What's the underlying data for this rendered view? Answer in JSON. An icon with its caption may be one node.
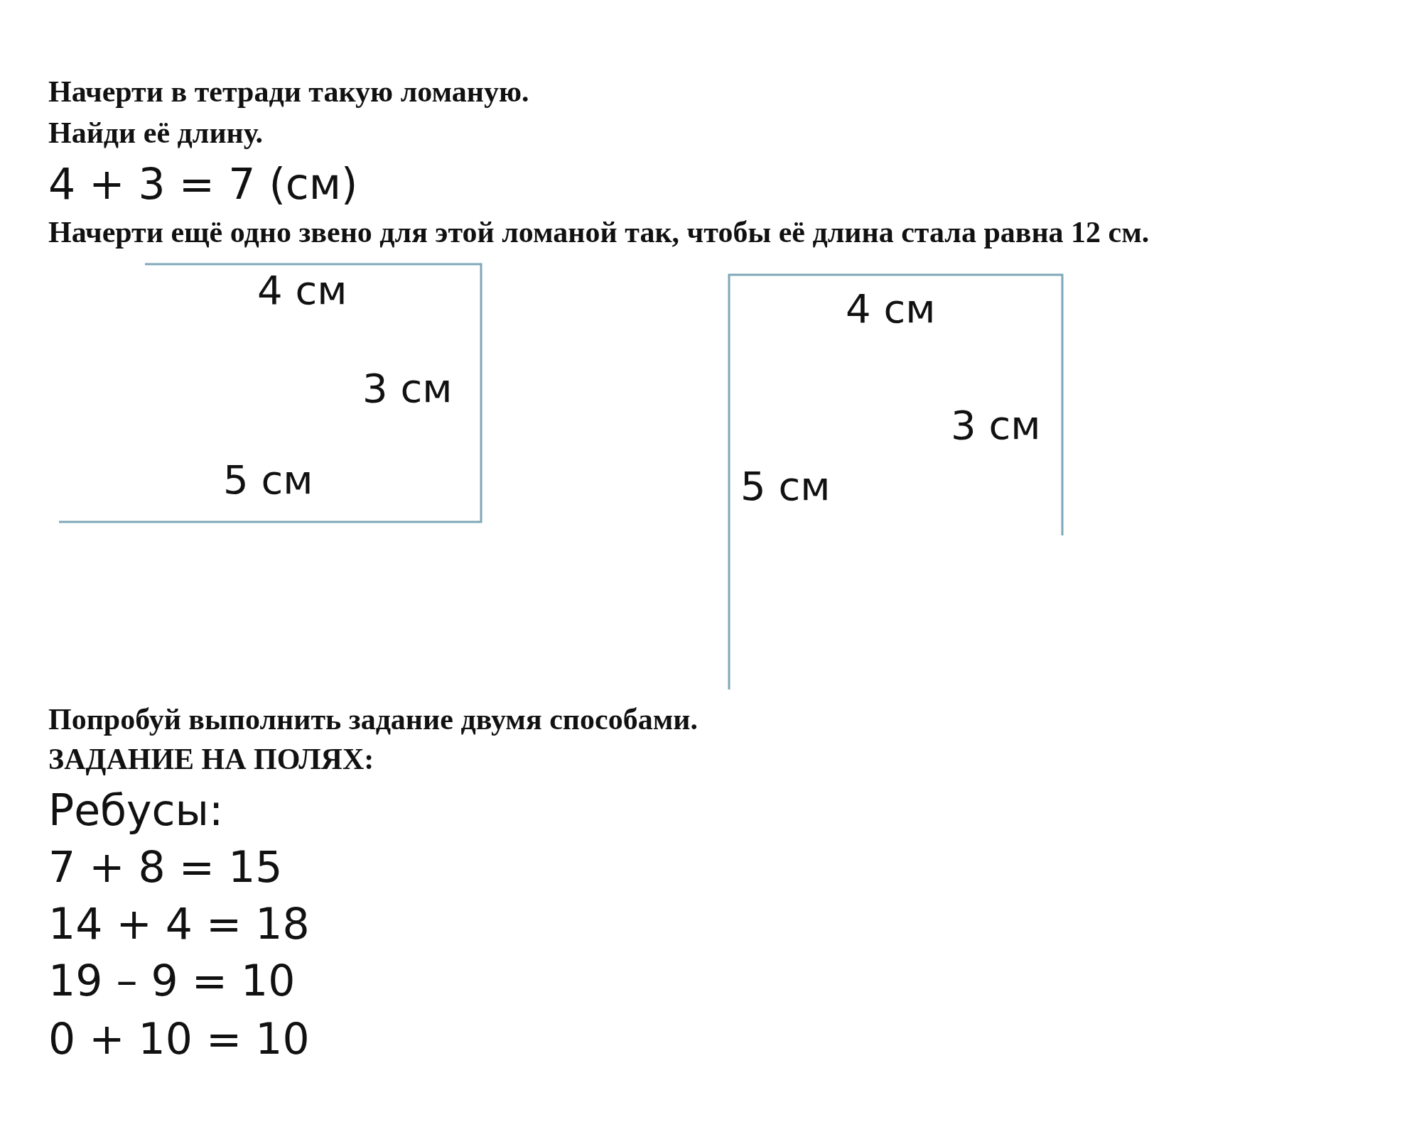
{
  "diagram": {
    "labels": [
      "Начерти в тетради такую ломаную.",
      "Найди её длину.",
      "4 + 3 = 7 (см)",
      "Начерти ещё одно звено для этой ломаной так, чтобы её длина стала равна 12 см.",
      "4 см",
      "3 см",
      "5 см",
      "4 см",
      "3 см",
      "5 см",
      "Попробуй выполнить задание двумя способами.",
      "ЗАДАНИЕ НА ПОЛЯХ:",
      "Ребусы:",
      "7 + 8 = 15",
      "14 + 4 = 18",
      "19 – 9 = 10",
      "0 + 10 = 10"
    ]
  }
}
